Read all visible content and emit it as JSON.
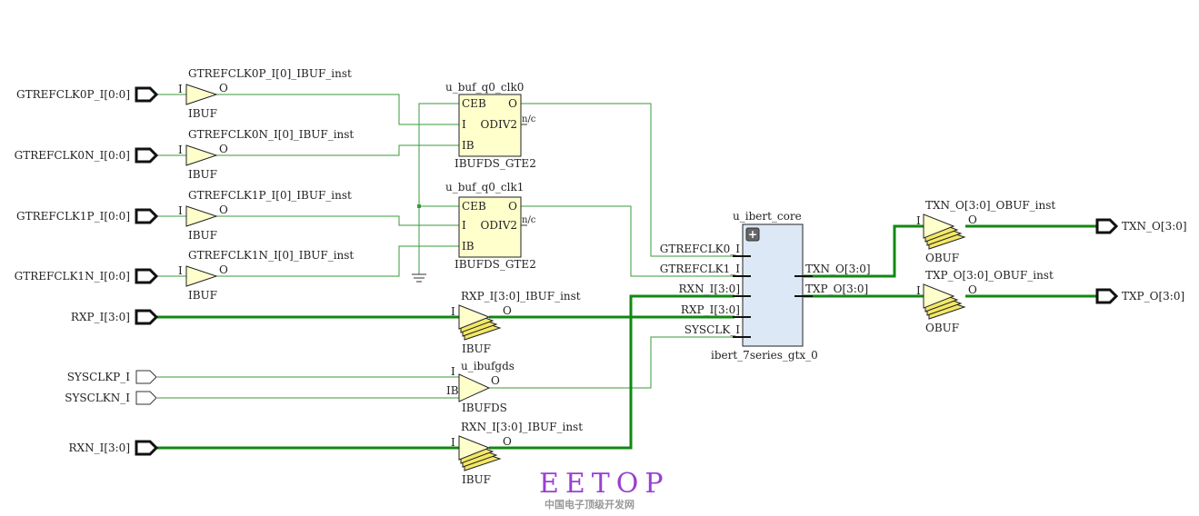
{
  "diagram": {
    "title": "IBERT 7-series GTX schematic",
    "colors": {
      "wire": "#3a9a3a",
      "bus": "#118811",
      "cell_fill": "#ffffcc",
      "core_fill": "#dde8f6",
      "logo": "#9a3fd0"
    },
    "input_ports": [
      {
        "name": "GTREFCLK0P_I[0:0]"
      },
      {
        "name": "GTREFCLK0N_I[0:0]"
      },
      {
        "name": "GTREFCLK1P_I[0:0]"
      },
      {
        "name": "GTREFCLK1N_I[0:0]"
      },
      {
        "name": "RXP_I[3:0]"
      },
      {
        "name": "SYSCLKP_I"
      },
      {
        "name": "SYSCLKN_I"
      },
      {
        "name": "RXN_I[3:0]"
      }
    ],
    "output_ports": [
      {
        "name": "TXN_O[3:0]"
      },
      {
        "name": "TXP_O[3:0]"
      }
    ],
    "ibufs": [
      {
        "inst": "GTREFCLK0P_I[0]_IBUF_inst",
        "type": "IBUF",
        "pin_in": "I",
        "pin_out": "O"
      },
      {
        "inst": "GTREFCLK0N_I[0]_IBUF_inst",
        "type": "IBUF",
        "pin_in": "I",
        "pin_out": "O"
      },
      {
        "inst": "GTREFCLK1P_I[0]_IBUF_inst",
        "type": "IBUF",
        "pin_in": "I",
        "pin_out": "O"
      },
      {
        "inst": "GTREFCLK1N_I[0]_IBUF_inst",
        "type": "IBUF",
        "pin_in": "I",
        "pin_out": "O"
      },
      {
        "inst": "RXP_I[3:0]_IBUF_inst",
        "type": "IBUF",
        "pin_in": "I",
        "pin_out": "O"
      },
      {
        "inst": "RXN_I[3:0]_IBUF_inst",
        "type": "IBUF",
        "pin_in": "I",
        "pin_out": "O"
      }
    ],
    "ibufds": {
      "inst": "u_ibufgds",
      "type": "IBUFDS",
      "pin_i": "I",
      "pin_ib": "IB",
      "pin_out": "O"
    },
    "gte2_bufs": [
      {
        "inst": "u_buf_q0_clk0",
        "type": "IBUFDS_GTE2",
        "pins": {
          "ceb": "CEB",
          "i": "I",
          "ib": "IB",
          "o": "O",
          "odiv2": "ODIV2"
        },
        "nc": "n/c"
      },
      {
        "inst": "u_buf_q0_clk1",
        "type": "IBUFDS_GTE2",
        "pins": {
          "ceb": "CEB",
          "i": "I",
          "ib": "IB",
          "o": "O",
          "odiv2": "ODIV2"
        },
        "nc": "n/c"
      }
    ],
    "core": {
      "inst": "u_ibert_core",
      "type": "ibert_7series_gtx_0",
      "expand_glyph": "+",
      "inputs": [
        "GTREFCLK0_I",
        "GTREFCLK1_I",
        "RXN_I[3:0]",
        "RXP_I[3:0]",
        "SYSCLK_I"
      ],
      "outputs": [
        "TXN_O[3:0]",
        "TXP_O[3:0]"
      ]
    },
    "obufs": [
      {
        "inst": "TXN_O[3:0]_OBUF_inst",
        "type": "OBUF",
        "pin_in": "I",
        "pin_out": "O"
      },
      {
        "inst": "TXP_O[3:0]_OBUF_inst",
        "type": "OBUF",
        "pin_in": "I",
        "pin_out": "O"
      }
    ],
    "watermark": {
      "logo": "EETOP",
      "subtitle": "中国电子顶级开发网"
    }
  }
}
